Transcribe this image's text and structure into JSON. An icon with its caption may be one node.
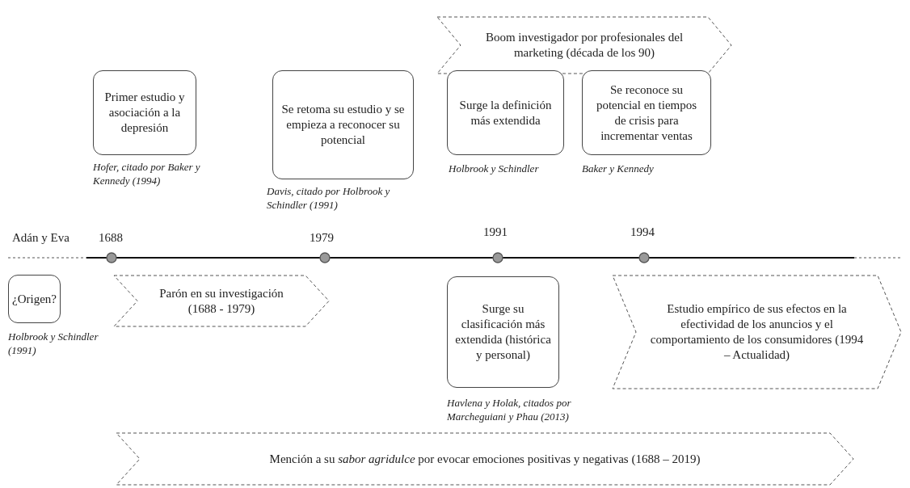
{
  "diagram": {
    "nodes": [
      {
        "text": [
          "Boom investigador por profesionales del marketing (década de los 90)"
        ]
      },
      {
        "text": [
          "Primer estudio y asociación a la depresión"
        ],
        "beside": [
          "Hofer, citado por Baker y Kennedy (1994)"
        ]
      },
      {
        "text": [
          "Se retoma su estudio y se empieza a reconocer su potencial"
        ],
        "beside": [
          "Davis, citado por Holbrook y Schindler (1991)"
        ]
      },
      {
        "text": [
          "Surge la definición más extendida"
        ],
        "beside": [
          "Holbrook y Schindler"
        ]
      },
      {
        "text": [
          "Se reconoce su potencial en tiempos de crisis para incrementar ventas"
        ],
        "beside": [
          "Baker y Kennedy"
        ]
      },
      {
        "text": [
          "¿Origen?"
        ],
        "beside": [
          "Holbrook y Schindler (1991)"
        ]
      },
      {
        "text": [
          "Parón en su investigación (1688 - 1979)"
        ]
      },
      {
        "text": [
          "Surge su clasificación más extendida (histórica y personal)"
        ],
        "beside": [
          "Havlena y Holak, citados por Marcheguiani y Phau (2013)"
        ]
      },
      {
        "text": [
          "Estudio empírico de sus efectos en la efectividad de los anuncios y el comportamiento de los consumidores (1994 – Actualidad)"
        ]
      },
      {
        "text": [
          "Mención a su *sabor agridulce* por evocar emociones positivas y negativas (1688 – 2019)"
        ]
      }
    ],
    "labels": [
      "Adán y Eva",
      "1688",
      "1979",
      "1991",
      "1994"
    ]
  }
}
